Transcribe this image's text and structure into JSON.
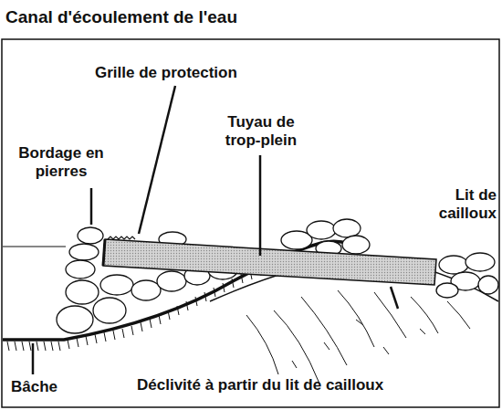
{
  "diagram": {
    "title": "Canal d'écoulement de l'eau",
    "labels": [
      "Grille de protection",
      "Bordage en pierres",
      "Tuyau de trop-plein",
      "Lit de cailloux",
      "Bâche",
      "Déclivité à partir du lit de cailloux"
    ]
  }
}
